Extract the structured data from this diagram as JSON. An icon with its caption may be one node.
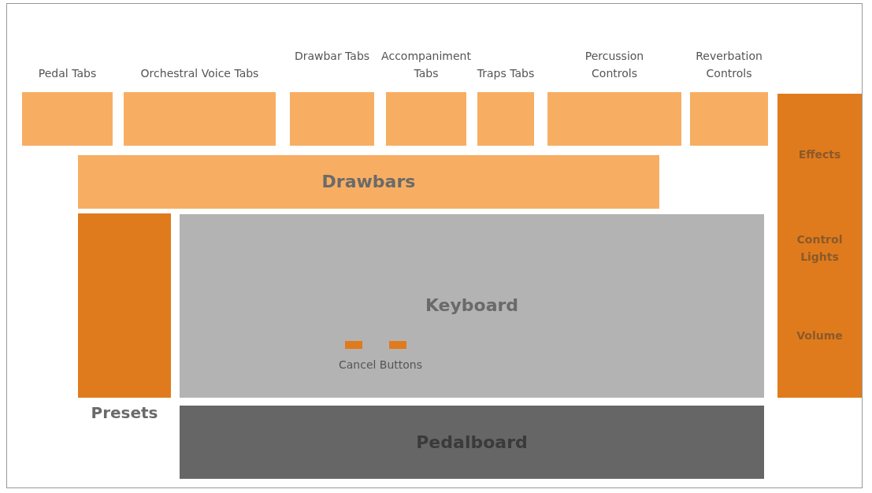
{
  "diagram": {
    "nodes": [
      {
        "text": [
          "Pedal Tabs"
        ]
      },
      {
        "text": [
          "Orchestral Voice Tabs"
        ]
      },
      {
        "text": [
          "Drawbar Tabs"
        ]
      },
      {
        "text": [
          "Accompaniment Tabs"
        ]
      },
      {
        "text": [
          "Traps Tabs"
        ]
      },
      {
        "text": [
          "Percussion Controls"
        ]
      },
      {
        "text": [
          "Reverbation Controls"
        ]
      },
      {
        "text": [
          "Drawbars"
        ]
      },
      {
        "text": [
          "Effects",
          "Control Lights",
          "Volume"
        ]
      },
      {
        "text": [
          "Presets"
        ]
      },
      {
        "text": [
          "Keyboard"
        ]
      },
      {
        "text": [],
        "shape": "box",
        "in": 10
      },
      {
        "text": [],
        "shape": "box",
        "in": 10
      },
      {
        "text": [
          "Pedalboard"
        ]
      }
    ],
    "edges": [],
    "labels": [
      "Cancel Buttons"
    ]
  }
}
